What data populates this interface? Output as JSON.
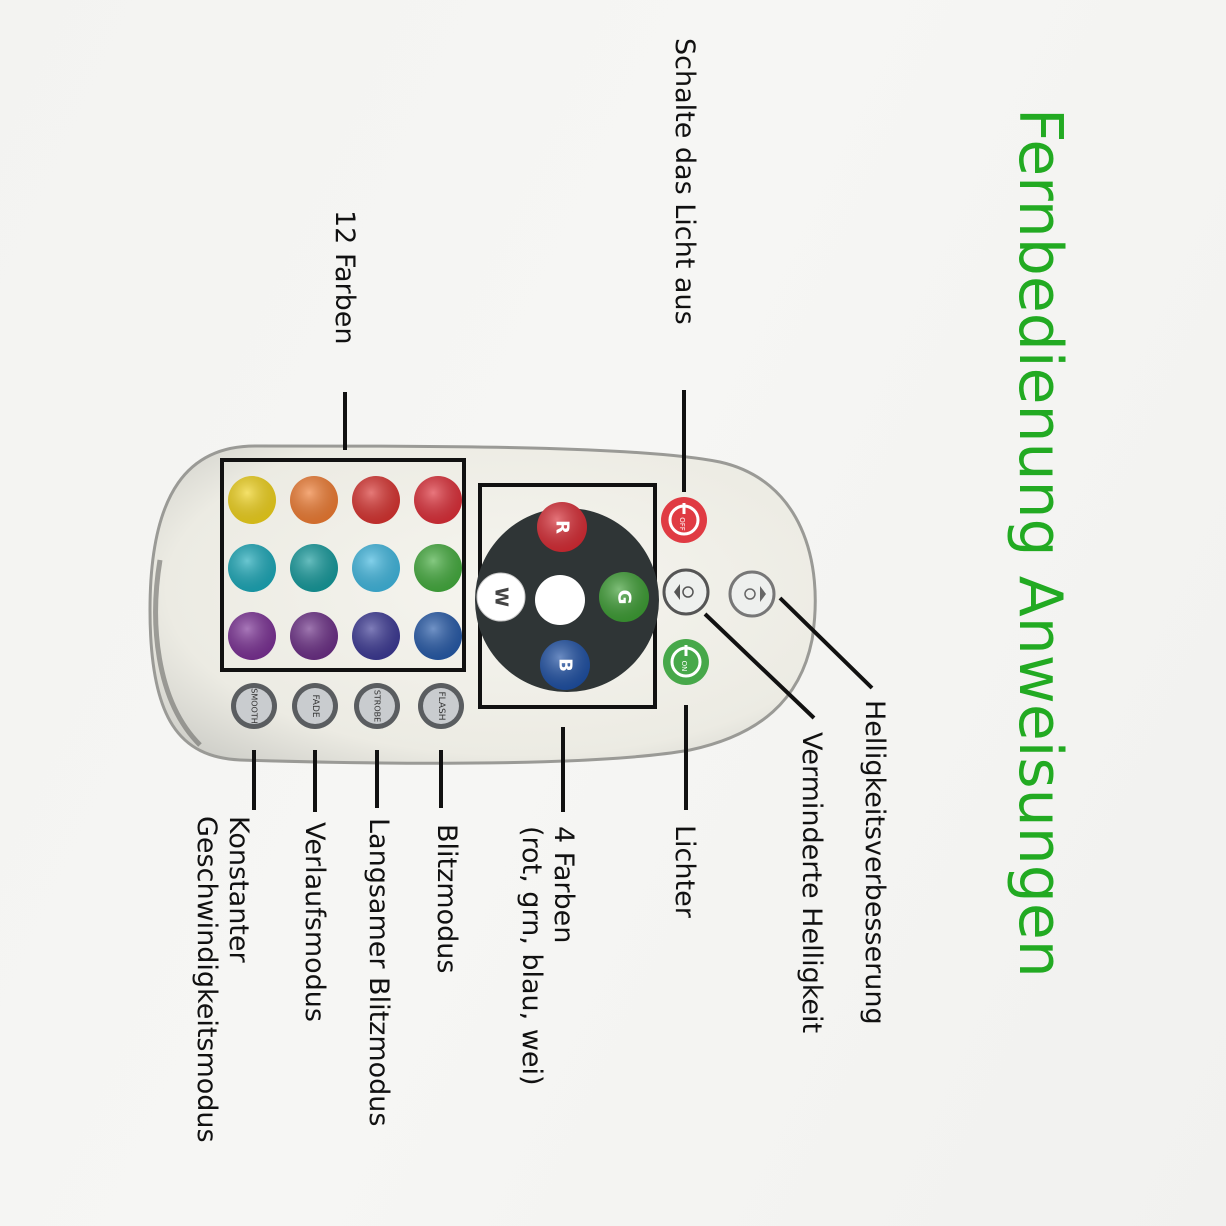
{
  "title": "Fernbedienung Anweisungen",
  "colors": {
    "title": "#22aa22",
    "text": "#111111",
    "background": "#f4f4f2"
  },
  "labels": {
    "off": "Schalte das Licht aus",
    "colors12": "12 Farben",
    "brightness_up": "Helligkeitsverbesserung",
    "brightness_down": "Verminderte Helligkeit",
    "on": "Lichter",
    "colors4_line1": "4 Farben",
    "colors4_line2": "(rot, grn, blau, wei)",
    "flash": "Blitzmodus",
    "strobe": "Langsamer Blitzmodus",
    "fade": "Verlaufsmodus",
    "smooth_line1": "Konstanter",
    "smooth_line2": "Geschwindigkeitsmodus"
  },
  "remote": {
    "off_button": "OFF",
    "on_button": "ON",
    "wheel": {
      "r": "R",
      "g": "G",
      "b": "B",
      "w": "W"
    },
    "mode_buttons": [
      "FLASH",
      "STROBE",
      "FADE",
      "SMOOTH"
    ],
    "color_grid": [
      [
        "#f0d21a",
        "#ef7b31",
        "#d8322f",
        "#dd2d37"
      ],
      [
        "#1aa8b8",
        "#149a9c",
        "#3fb7df",
        "#43ac3d"
      ],
      [
        "#7a2f94",
        "#6b2e86",
        "#3b3894",
        "#2559a8"
      ]
    ]
  }
}
